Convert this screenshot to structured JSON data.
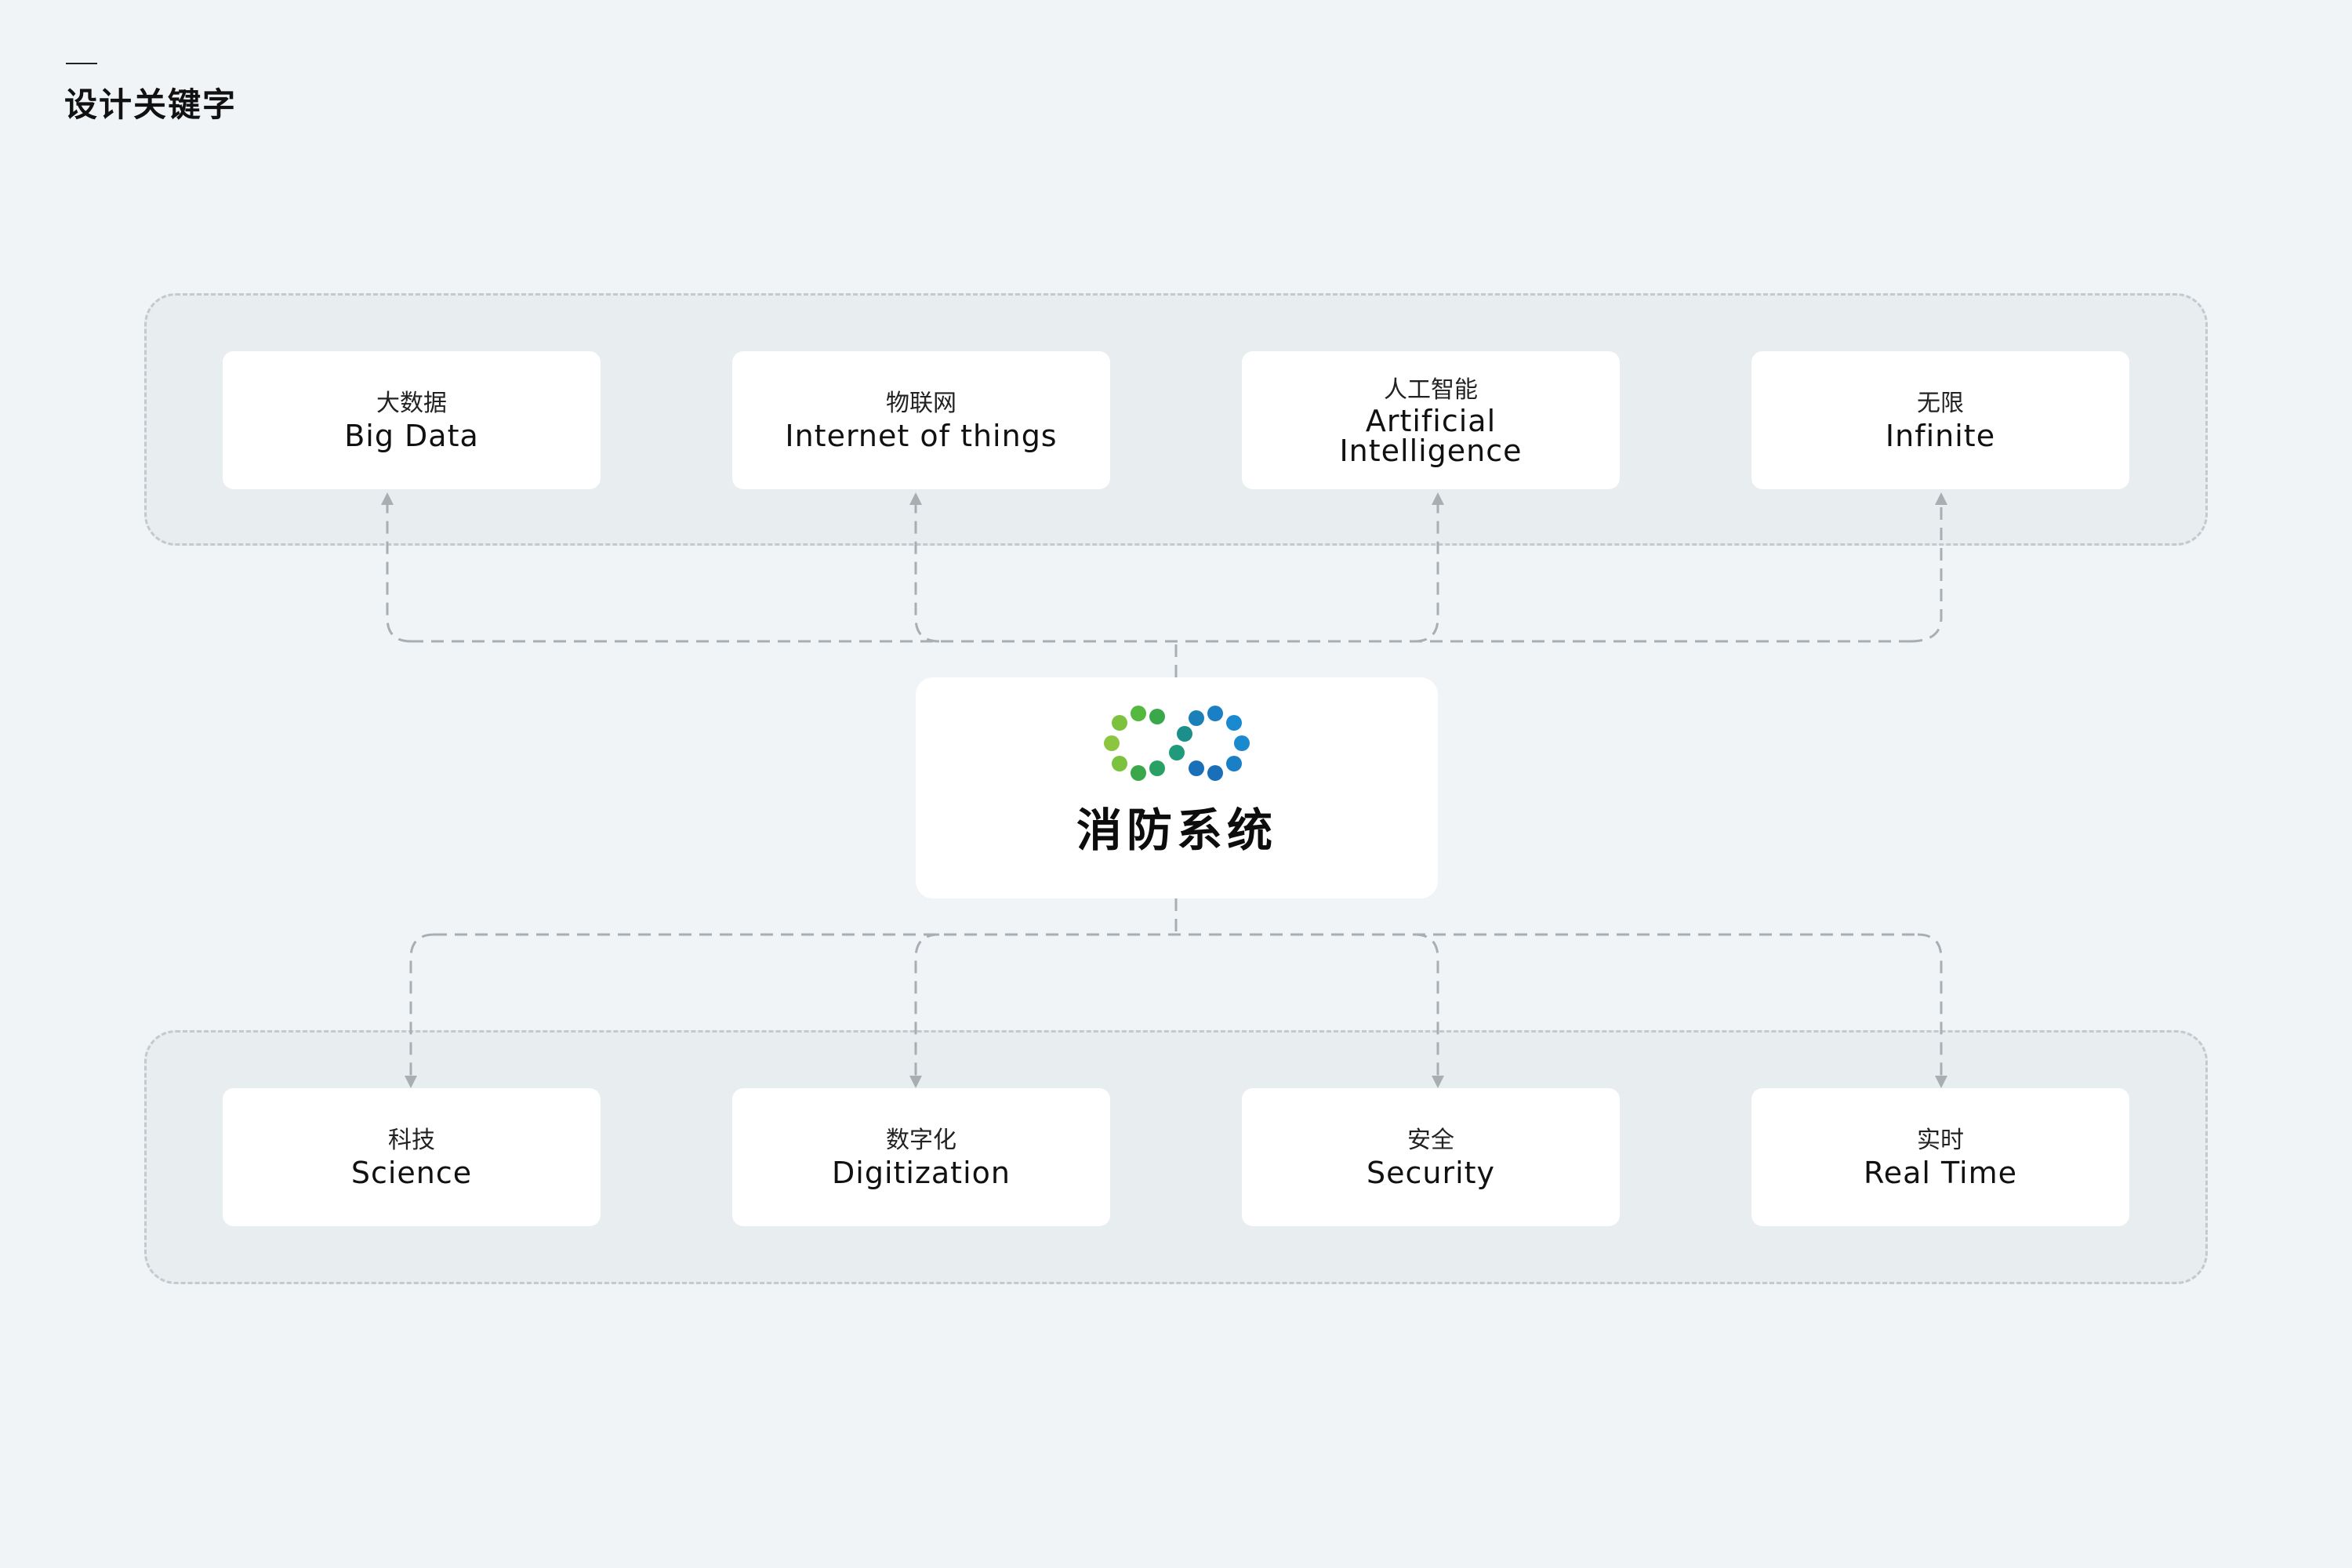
{
  "header": {
    "title": "设计关键字"
  },
  "center": {
    "title": "消防系统",
    "logo_icon": "infinity-dots-icon",
    "colors": {
      "green": "#6cbf3a",
      "teal": "#1f9a7a",
      "blue": "#1a7fc4"
    }
  },
  "top_keywords": [
    {
      "zh": "大数据",
      "en": "Big Data"
    },
    {
      "zh": "物联网",
      "en": "Internet of things"
    },
    {
      "zh": "人工智能",
      "en": "Artificial Intelligence"
    },
    {
      "zh": "无限",
      "en": "Infinite"
    }
  ],
  "bottom_keywords": [
    {
      "zh": "科技",
      "en": "Science"
    },
    {
      "zh": "数字化",
      "en": "Digitization"
    },
    {
      "zh": "安全",
      "en": "Security"
    },
    {
      "zh": "实时",
      "en": "Real Time"
    }
  ]
}
